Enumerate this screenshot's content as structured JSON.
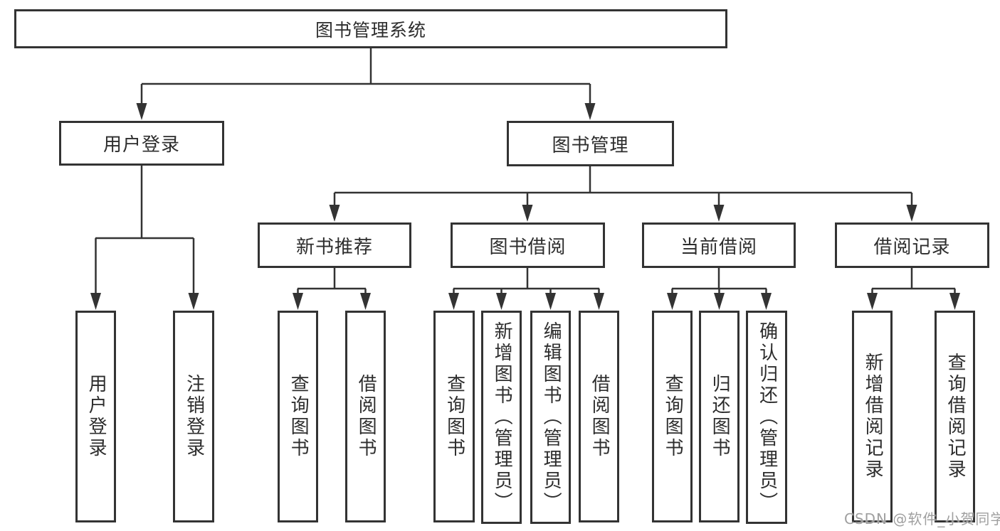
{
  "diagram_type": "hierarchy-diagram",
  "colors": {
    "line": "#333333",
    "box_border": "#333333",
    "text": "#2d2d2d",
    "background": "#ffffff",
    "watermark": "#9f9f9f"
  },
  "tree": {
    "label": "图书管理系统",
    "children": [
      {
        "label": "用户登录",
        "children": [
          {
            "label": "用户登录"
          },
          {
            "label": "注销登录"
          }
        ]
      },
      {
        "label": "图书管理",
        "children": [
          {
            "label": "新书推荐",
            "children": [
              {
                "label": "查询图书"
              },
              {
                "label": "借阅图书"
              }
            ]
          },
          {
            "label": "图书借阅",
            "children": [
              {
                "label": "查询图书"
              },
              {
                "label": "新增图书（管理员）"
              },
              {
                "label": "编辑图书（管理员）"
              },
              {
                "label": "借阅图书"
              }
            ]
          },
          {
            "label": "当前借阅",
            "children": [
              {
                "label": "查询图书"
              },
              {
                "label": "归还图书"
              },
              {
                "label": "确认归还（管理员）"
              }
            ]
          },
          {
            "label": "借阅记录",
            "children": [
              {
                "label": "新增借阅记录"
              },
              {
                "label": "查询借阅记录"
              }
            ]
          }
        ]
      }
    ]
  },
  "watermark": {
    "text": "CSDN @软件_小贺同学"
  }
}
